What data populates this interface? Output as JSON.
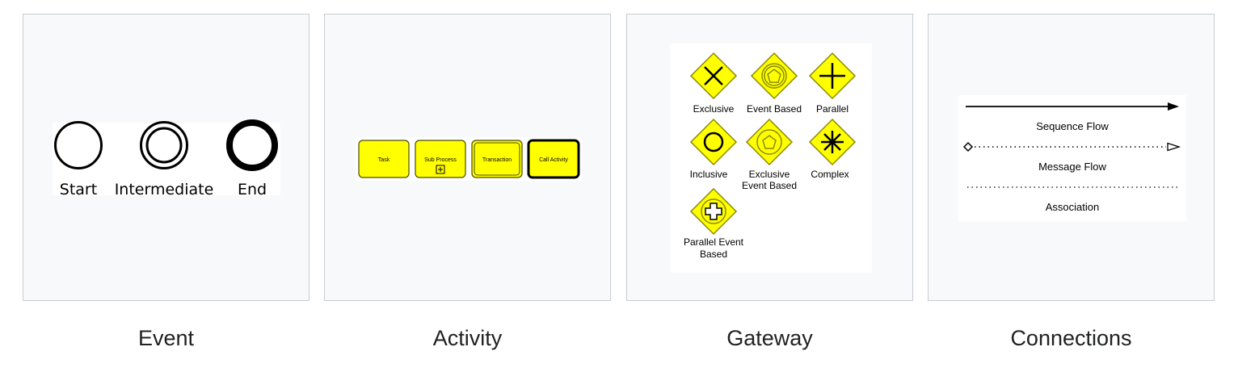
{
  "panels": [
    {
      "caption": "Event",
      "labels": {
        "start": "Start",
        "intermediate": "Intermediate",
        "end": "End"
      }
    },
    {
      "caption": "Activity",
      "labels": {
        "task": "Task",
        "subprocess": "Sub Process",
        "transaction": "Transaction",
        "call_activity": "Call Activity"
      }
    },
    {
      "caption": "Gateway",
      "labels": {
        "exclusive": "Exclusive",
        "event_based": "Event Based",
        "parallel": "Parallel",
        "inclusive": "Inclusive",
        "exclusive_event_based_1": "Exclusive",
        "exclusive_event_based_2": "Event Based",
        "complex": "Complex",
        "parallel_event_based_1": "Parallel Event",
        "parallel_event_based_2": "Based"
      }
    },
    {
      "caption": "Connections",
      "labels": {
        "sequence_flow": "Sequence Flow",
        "message_flow": "Message Flow",
        "association": "Association"
      }
    }
  ],
  "colors": {
    "bpmn_yellow": "#ffff00",
    "stroke": "#000000",
    "card_bg": "#f8f9fa",
    "card_border": "#c8ccd1"
  }
}
